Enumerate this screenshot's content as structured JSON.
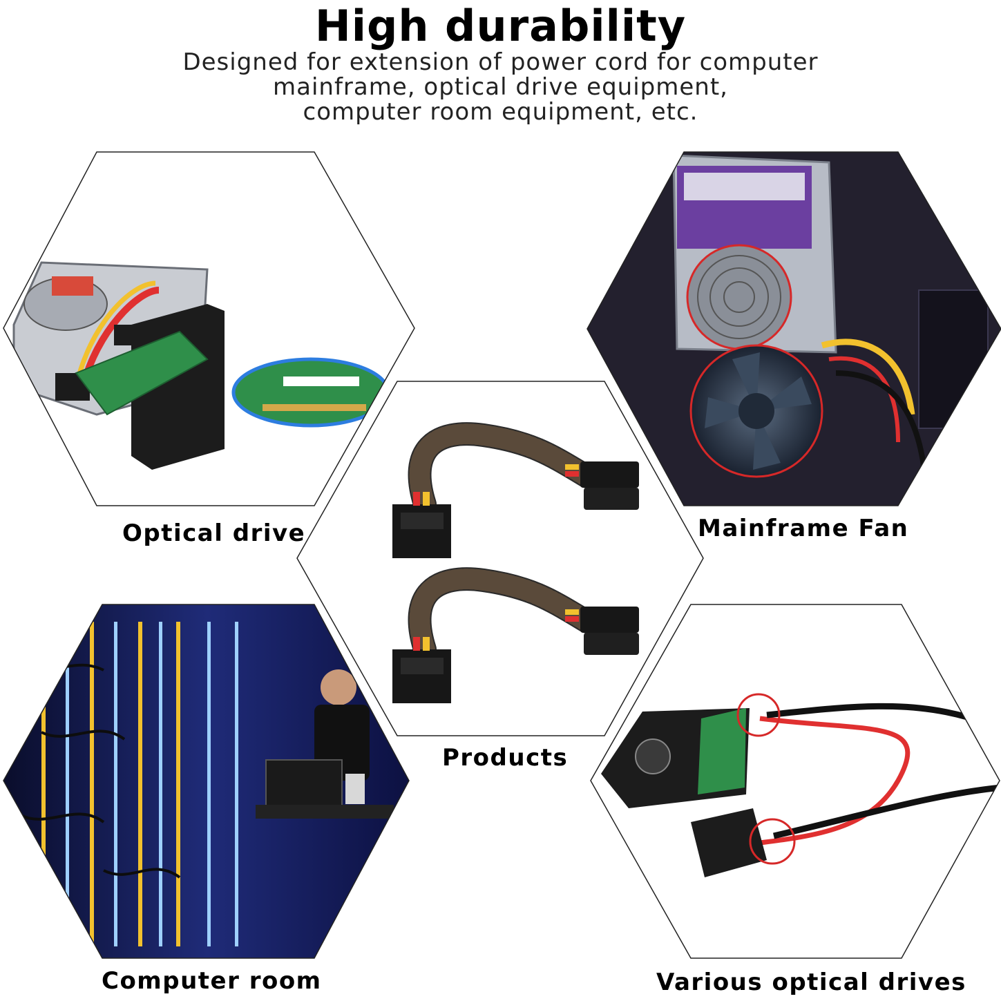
{
  "header": {
    "title": "High durability",
    "subtitle_lines": [
      "Designed for extension of power cord for computer",
      "mainframe, optical drive equipment,",
      "computer room equipment, etc."
    ]
  },
  "panels": [
    {
      "label": "Optical drive"
    },
    {
      "label": "Mainframe Fan"
    },
    {
      "label": "Products"
    },
    {
      "label": "Computer room"
    },
    {
      "label": "Various optical drives"
    }
  ],
  "colors": {
    "highlight_circle": "#d62828",
    "cable_red": "#e03030",
    "cable_yellow": "#f2c12e",
    "pcb_green": "#2f8f4a",
    "server_blue": "#2a3a9a"
  }
}
